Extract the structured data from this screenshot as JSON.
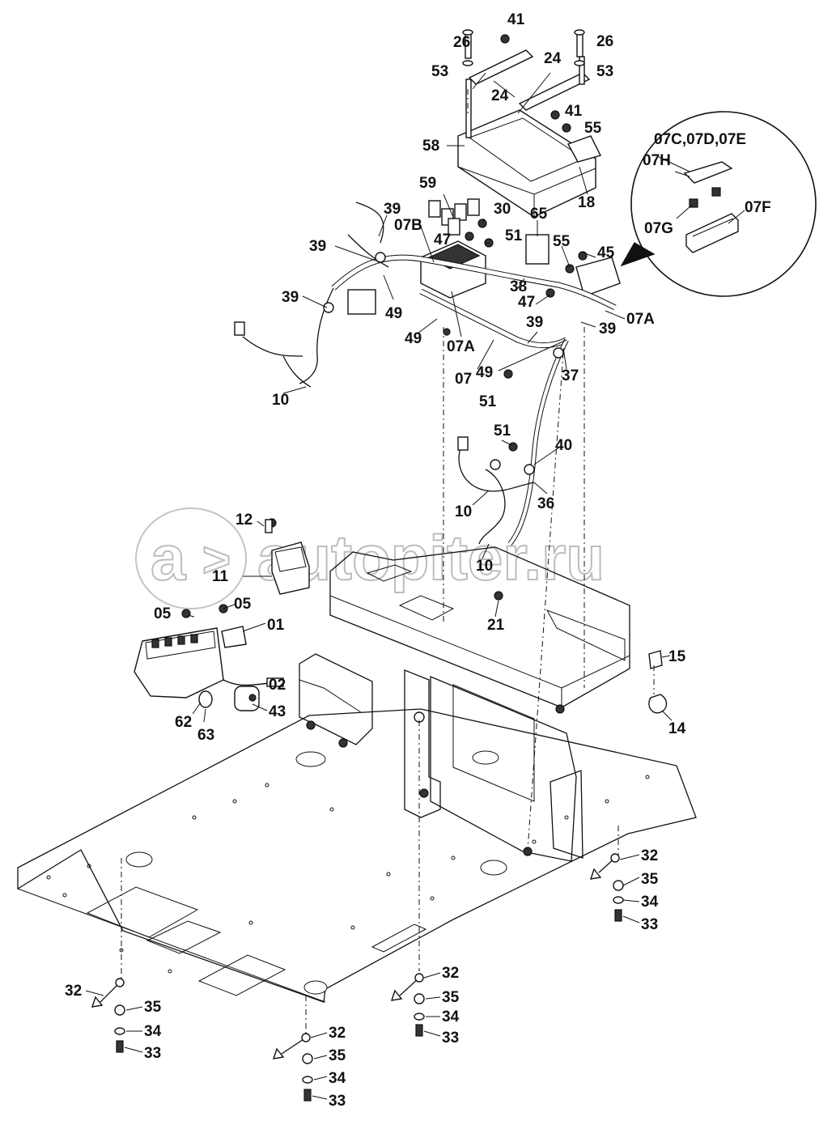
{
  "watermark": "autopiter.ru",
  "labels": {
    "p01": "01",
    "p02": "02",
    "p05a": "05",
    "p05b": "05",
    "p07": "07",
    "p07A_1": "07A",
    "p07A_2": "07A",
    "p07B": "07B",
    "p07CDE": "07C,07D,07E",
    "p07F": "07F",
    "p07G": "07G",
    "p07H": "07H",
    "p10_1": "10",
    "p10_2": "10",
    "p10_3": "10",
    "p11": "11",
    "p12": "12",
    "p14": "14",
    "p15": "15",
    "p18": "18",
    "p21": "21",
    "p24_1": "24",
    "p24_2": "24",
    "p26_1": "26",
    "p26_2": "26",
    "p30": "30",
    "p32_1": "32",
    "p32_2": "32",
    "p32_3": "32",
    "p32_4": "32",
    "p33_1": "33",
    "p33_2": "33",
    "p33_3": "33",
    "p33_4": "33",
    "p34_1": "34",
    "p34_2": "34",
    "p34_3": "34",
    "p34_4": "34",
    "p35_1": "35",
    "p35_2": "35",
    "p35_3": "35",
    "p35_4": "35",
    "p36": "36",
    "p37": "37",
    "p38": "38",
    "p39_1": "39",
    "p39_2": "39",
    "p39_3": "39",
    "p39_4": "39",
    "p39_5": "39",
    "p40": "40",
    "p41_1": "41",
    "p41_2": "41",
    "p43": "43",
    "p45": "45",
    "p47_1": "47",
    "p47_2": "47",
    "p49_1": "49",
    "p49_2": "49",
    "p49_3": "49",
    "p51_1": "51",
    "p51_2": "51",
    "p51_3": "51",
    "p53_1": "53",
    "p53_2": "53",
    "p55_1": "55",
    "p55_2": "55",
    "p58": "58",
    "p59": "59",
    "p62": "62",
    "p63": "63",
    "p65": "65"
  }
}
